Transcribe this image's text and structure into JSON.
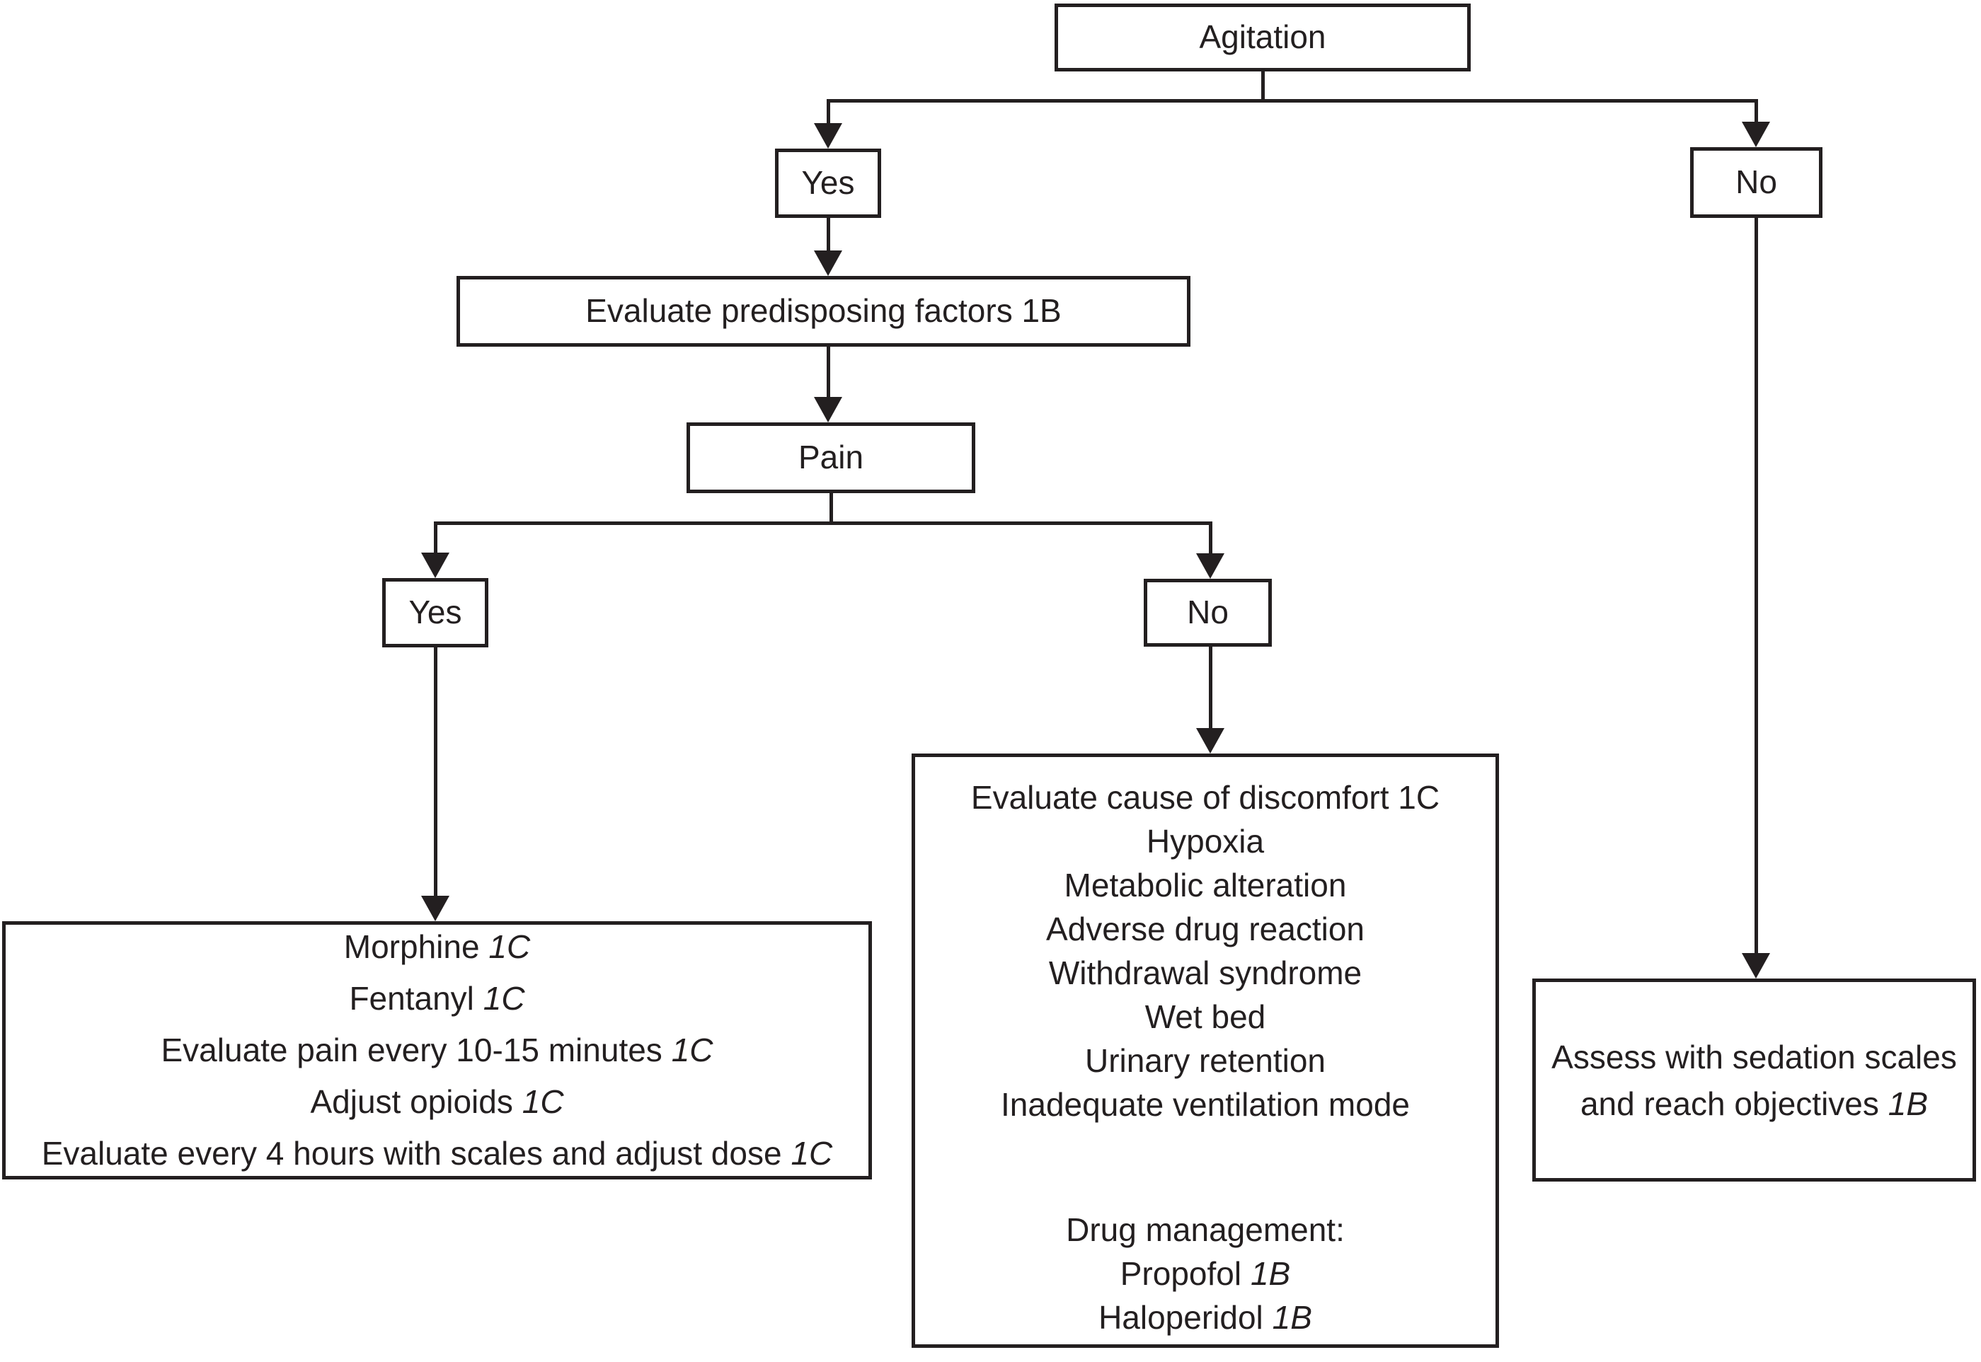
{
  "colors": {
    "ink": "#231f20",
    "background": "#ffffff"
  },
  "flowchart": {
    "agitation": {
      "label": "Agitation"
    },
    "agitation_yes": {
      "label": "Yes"
    },
    "agitation_no": {
      "label": "No"
    },
    "evaluate_predisposing": {
      "label": "Evaluate predisposing factors 1B"
    },
    "pain": {
      "label": "Pain"
    },
    "pain_yes": {
      "label": "Yes"
    },
    "pain_no": {
      "label": "No"
    },
    "pain_management": {
      "lines": [
        {
          "text": "Morphine",
          "grade": "1C"
        },
        {
          "text": "Fentanyl",
          "grade": "1C"
        },
        {
          "text": "Evaluate pain every 10-15 minutes",
          "grade": "1C"
        },
        {
          "text": "Adjust opioids",
          "grade": "1C"
        },
        {
          "text": "Evaluate every 4 hours with scales and adjust dose",
          "grade": "1C"
        }
      ]
    },
    "discomfort": {
      "title": "Evaluate cause of discomfort 1C",
      "causes": [
        "Hypoxia",
        "Metabolic alteration",
        "Adverse drug reaction",
        "Withdrawal syndrome",
        "Wet bed",
        "Urinary retention",
        "Inadequate ventilation mode"
      ],
      "drug_management_title": "Drug management:",
      "drugs": [
        {
          "text": "Propofol",
          "grade": "1B"
        },
        {
          "text": "Haloperidol",
          "grade": "1B"
        }
      ]
    },
    "sedation": {
      "line1": "Assess with sedation scales",
      "line2": "and reach objectives",
      "grade": "1B"
    }
  }
}
